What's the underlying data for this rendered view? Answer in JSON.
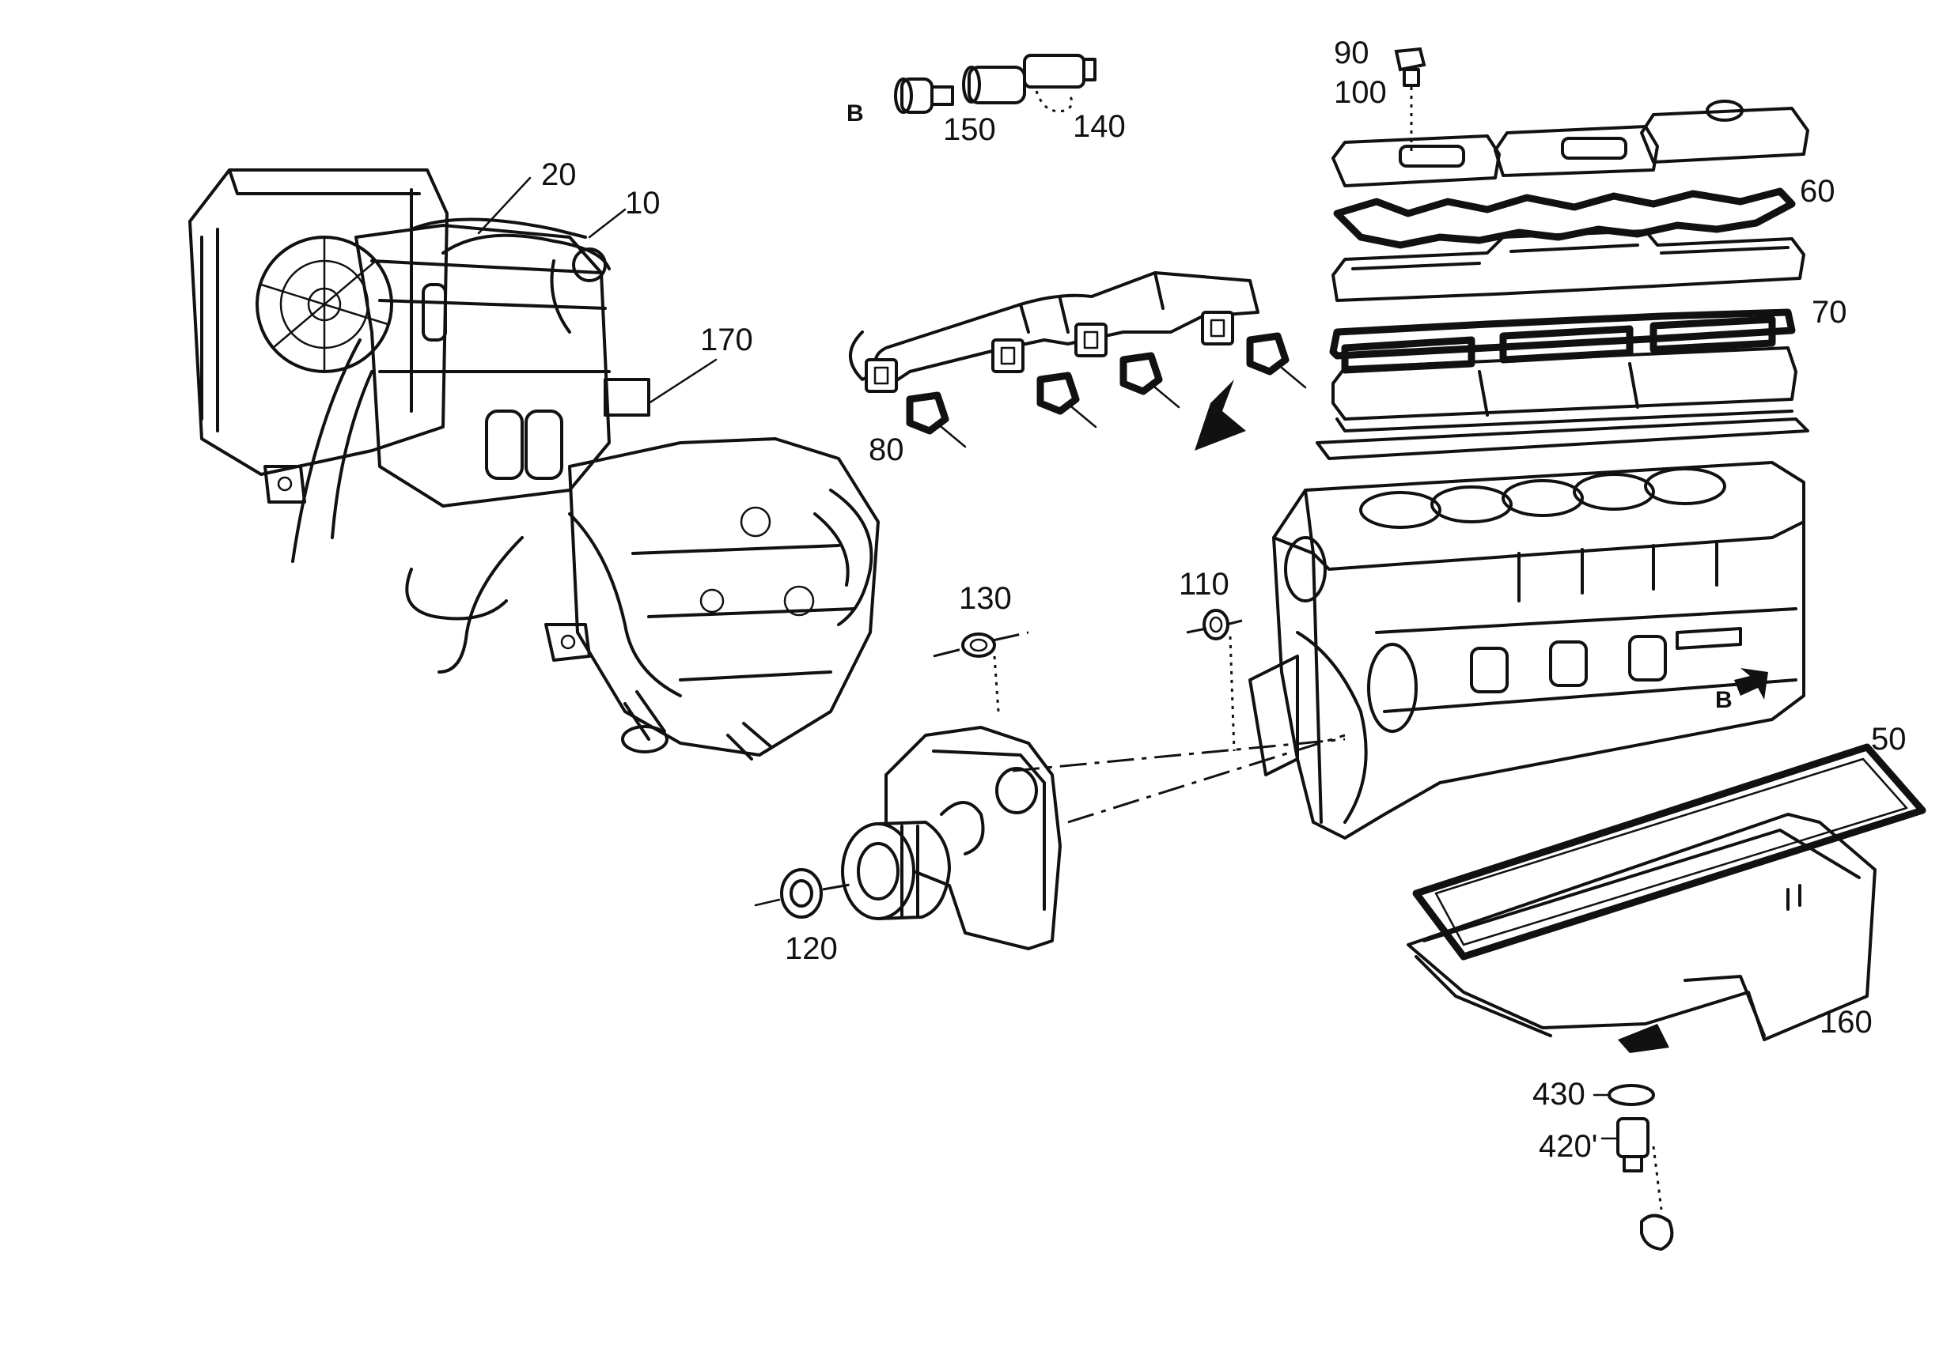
{
  "diagram": {
    "callouts": {
      "c10": "10",
      "c20": "20",
      "c170": "170",
      "c150": "150",
      "c140": "140",
      "cB_top": "B",
      "c90": "90",
      "c100": "100",
      "c60": "60",
      "c70": "70",
      "c80": "80",
      "c130": "130",
      "c110": "110",
      "cB_side": "B",
      "c50": "50",
      "c120": "120",
      "c160": "160",
      "c430": "430",
      "c420": "420'"
    }
  }
}
